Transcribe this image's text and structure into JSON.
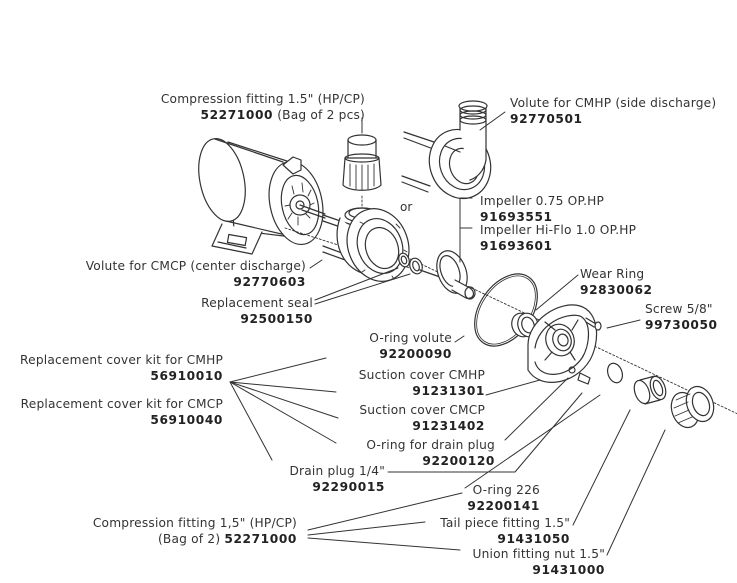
{
  "diagram": {
    "title": "Pump exploded parts diagram",
    "or_label": "or",
    "parts": {
      "compression_fitting_top": {
        "name": "Compression fitting 1.5\" (HP/CP)",
        "part_number": "52271000",
        "note": "(Bag of 2 pcs)"
      },
      "volute_cmhp": {
        "name": "Volute for CMHP (side discharge)",
        "part_number": "92770501"
      },
      "impeller_075": {
        "name": "Impeller 0.75 OP.HP",
        "part_number": "91693551"
      },
      "impeller_hiflo": {
        "name": "Impeller Hi-Flo 1.0 OP.HP",
        "part_number": "91693601"
      },
      "volute_cmcp": {
        "name": "Volute for CMCP (center discharge)",
        "part_number": "92770603"
      },
      "wear_ring": {
        "name": "Wear Ring",
        "part_number": "92830062"
      },
      "replacement_seal": {
        "name": "Replacement seal",
        "part_number": "92500150"
      },
      "screw": {
        "name": "Screw 5/8\"",
        "part_number": "99730050"
      },
      "oring_volute": {
        "name": "O-ring volute",
        "part_number": "92200090"
      },
      "cover_kit_cmhp": {
        "name": "Replacement cover kit for CMHP",
        "part_number": "56910010"
      },
      "suction_cover_cmhp": {
        "name": "Suction cover CMHP",
        "part_number": "91231301"
      },
      "cover_kit_cmcp": {
        "name": "Replacement cover kit for CMCP",
        "part_number": "56910040"
      },
      "suction_cover_cmcp": {
        "name": "Suction cover CMCP",
        "part_number": "91231402"
      },
      "oring_drain_plug": {
        "name": "O-ring for drain plug",
        "part_number": "92200120"
      },
      "drain_plug": {
        "name": "Drain plug 1/4\"",
        "part_number": "92290015"
      },
      "oring_226": {
        "name": "O-ring 226",
        "part_number": "92200141"
      },
      "compression_fitting_bottom": {
        "name": "Compression fitting 1,5\" (HP/CP)",
        "note": "(Bag of 2)",
        "part_number": "52271000"
      },
      "tail_piece": {
        "name": "Tail piece fitting 1.5\"",
        "part_number": "91431050"
      },
      "union_nut": {
        "name": "Union fitting nut 1.5\"",
        "part_number": "91431000"
      }
    }
  }
}
